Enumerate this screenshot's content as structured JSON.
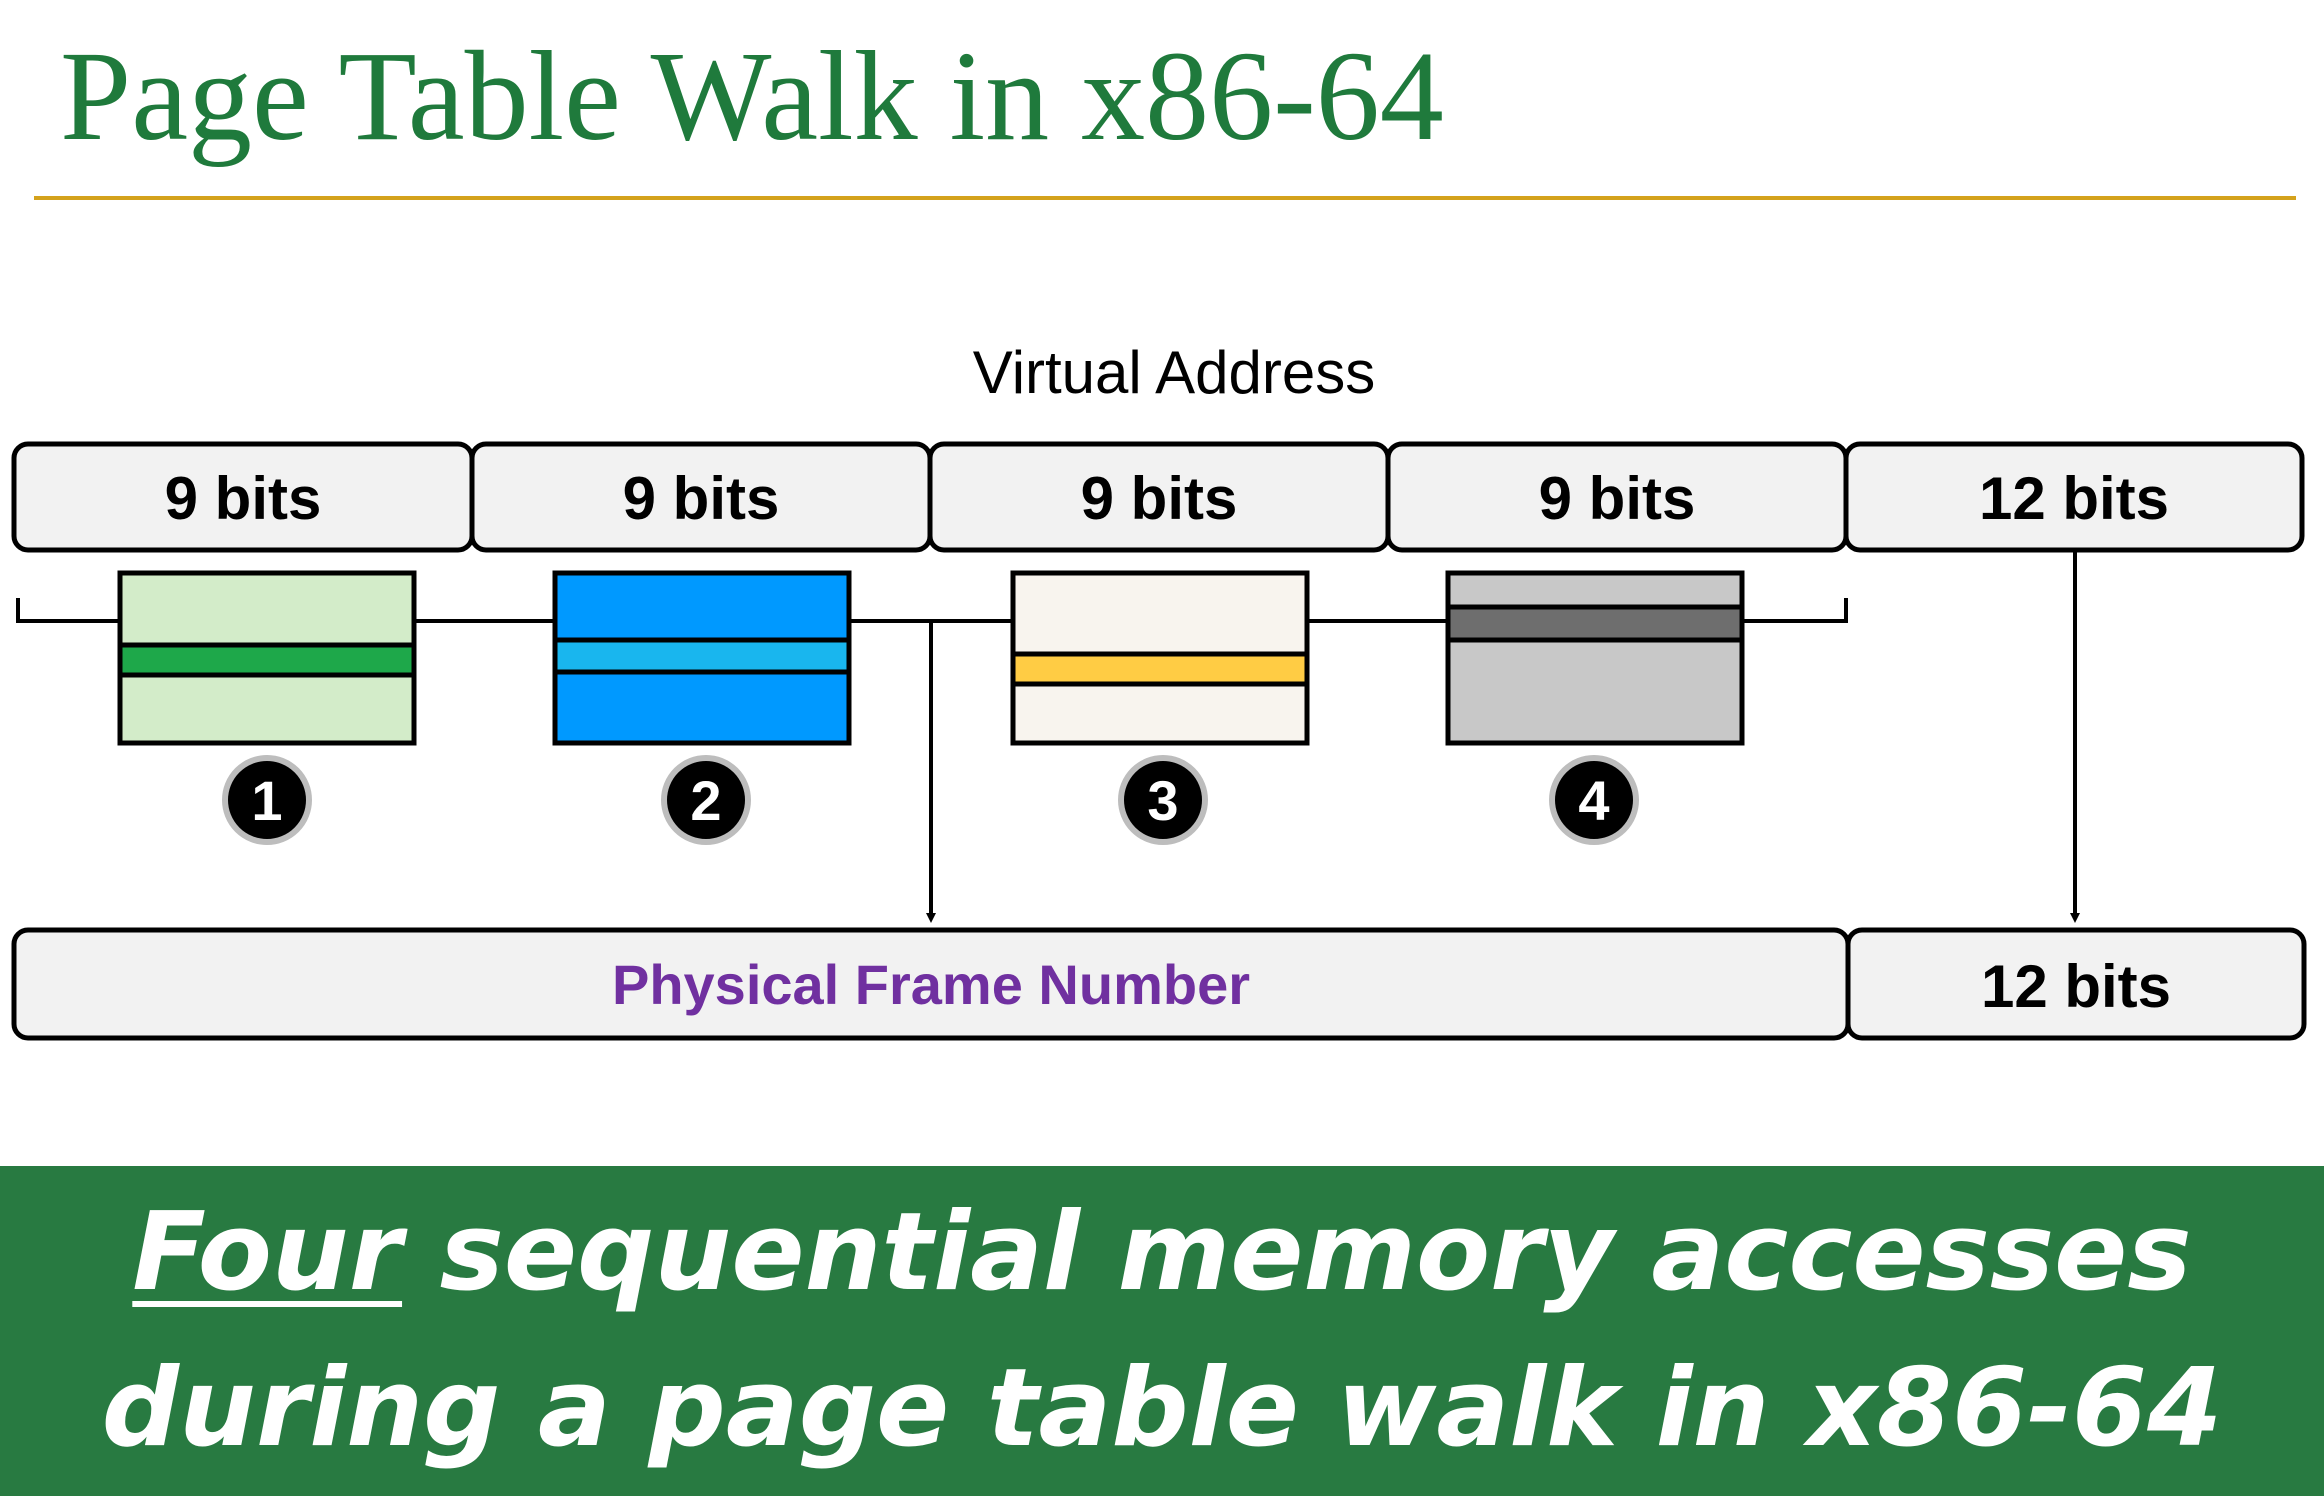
{
  "slide": {
    "title": "Page Table Walk in x86-64"
  },
  "diagram": {
    "virtual_address_label": "Virtual Address",
    "va_fields": [
      {
        "label": "9 bits"
      },
      {
        "label": "9 bits"
      },
      {
        "label": "9 bits"
      },
      {
        "label": "9 bits"
      },
      {
        "label": "12 bits"
      }
    ],
    "steps": [
      {
        "number": "1",
        "fill": "#d3ecc9",
        "stripe": "#1ea84a"
      },
      {
        "number": "2",
        "fill": "#0099ff",
        "stripe": "#19b6ee"
      },
      {
        "number": "3",
        "fill": "#f8f4ee",
        "stripe": "#ffcc44"
      },
      {
        "number": "4",
        "fill": "#c8c8c8",
        "stripe": "#6e6e6e"
      }
    ],
    "pfn_label": "Physical Frame Number",
    "offset_label": "12 bits"
  },
  "banner": {
    "line1_emphasis": "Four",
    "line1_rest": " sequential memory accesses",
    "line2": "during a page table walk in x86-64"
  },
  "colors": {
    "title": "#1f7a3c",
    "rule": "#d4a21c",
    "banner_bg": "#287a41",
    "pfn_text": "#7030a0",
    "box_fill": "#f2f2f2"
  }
}
